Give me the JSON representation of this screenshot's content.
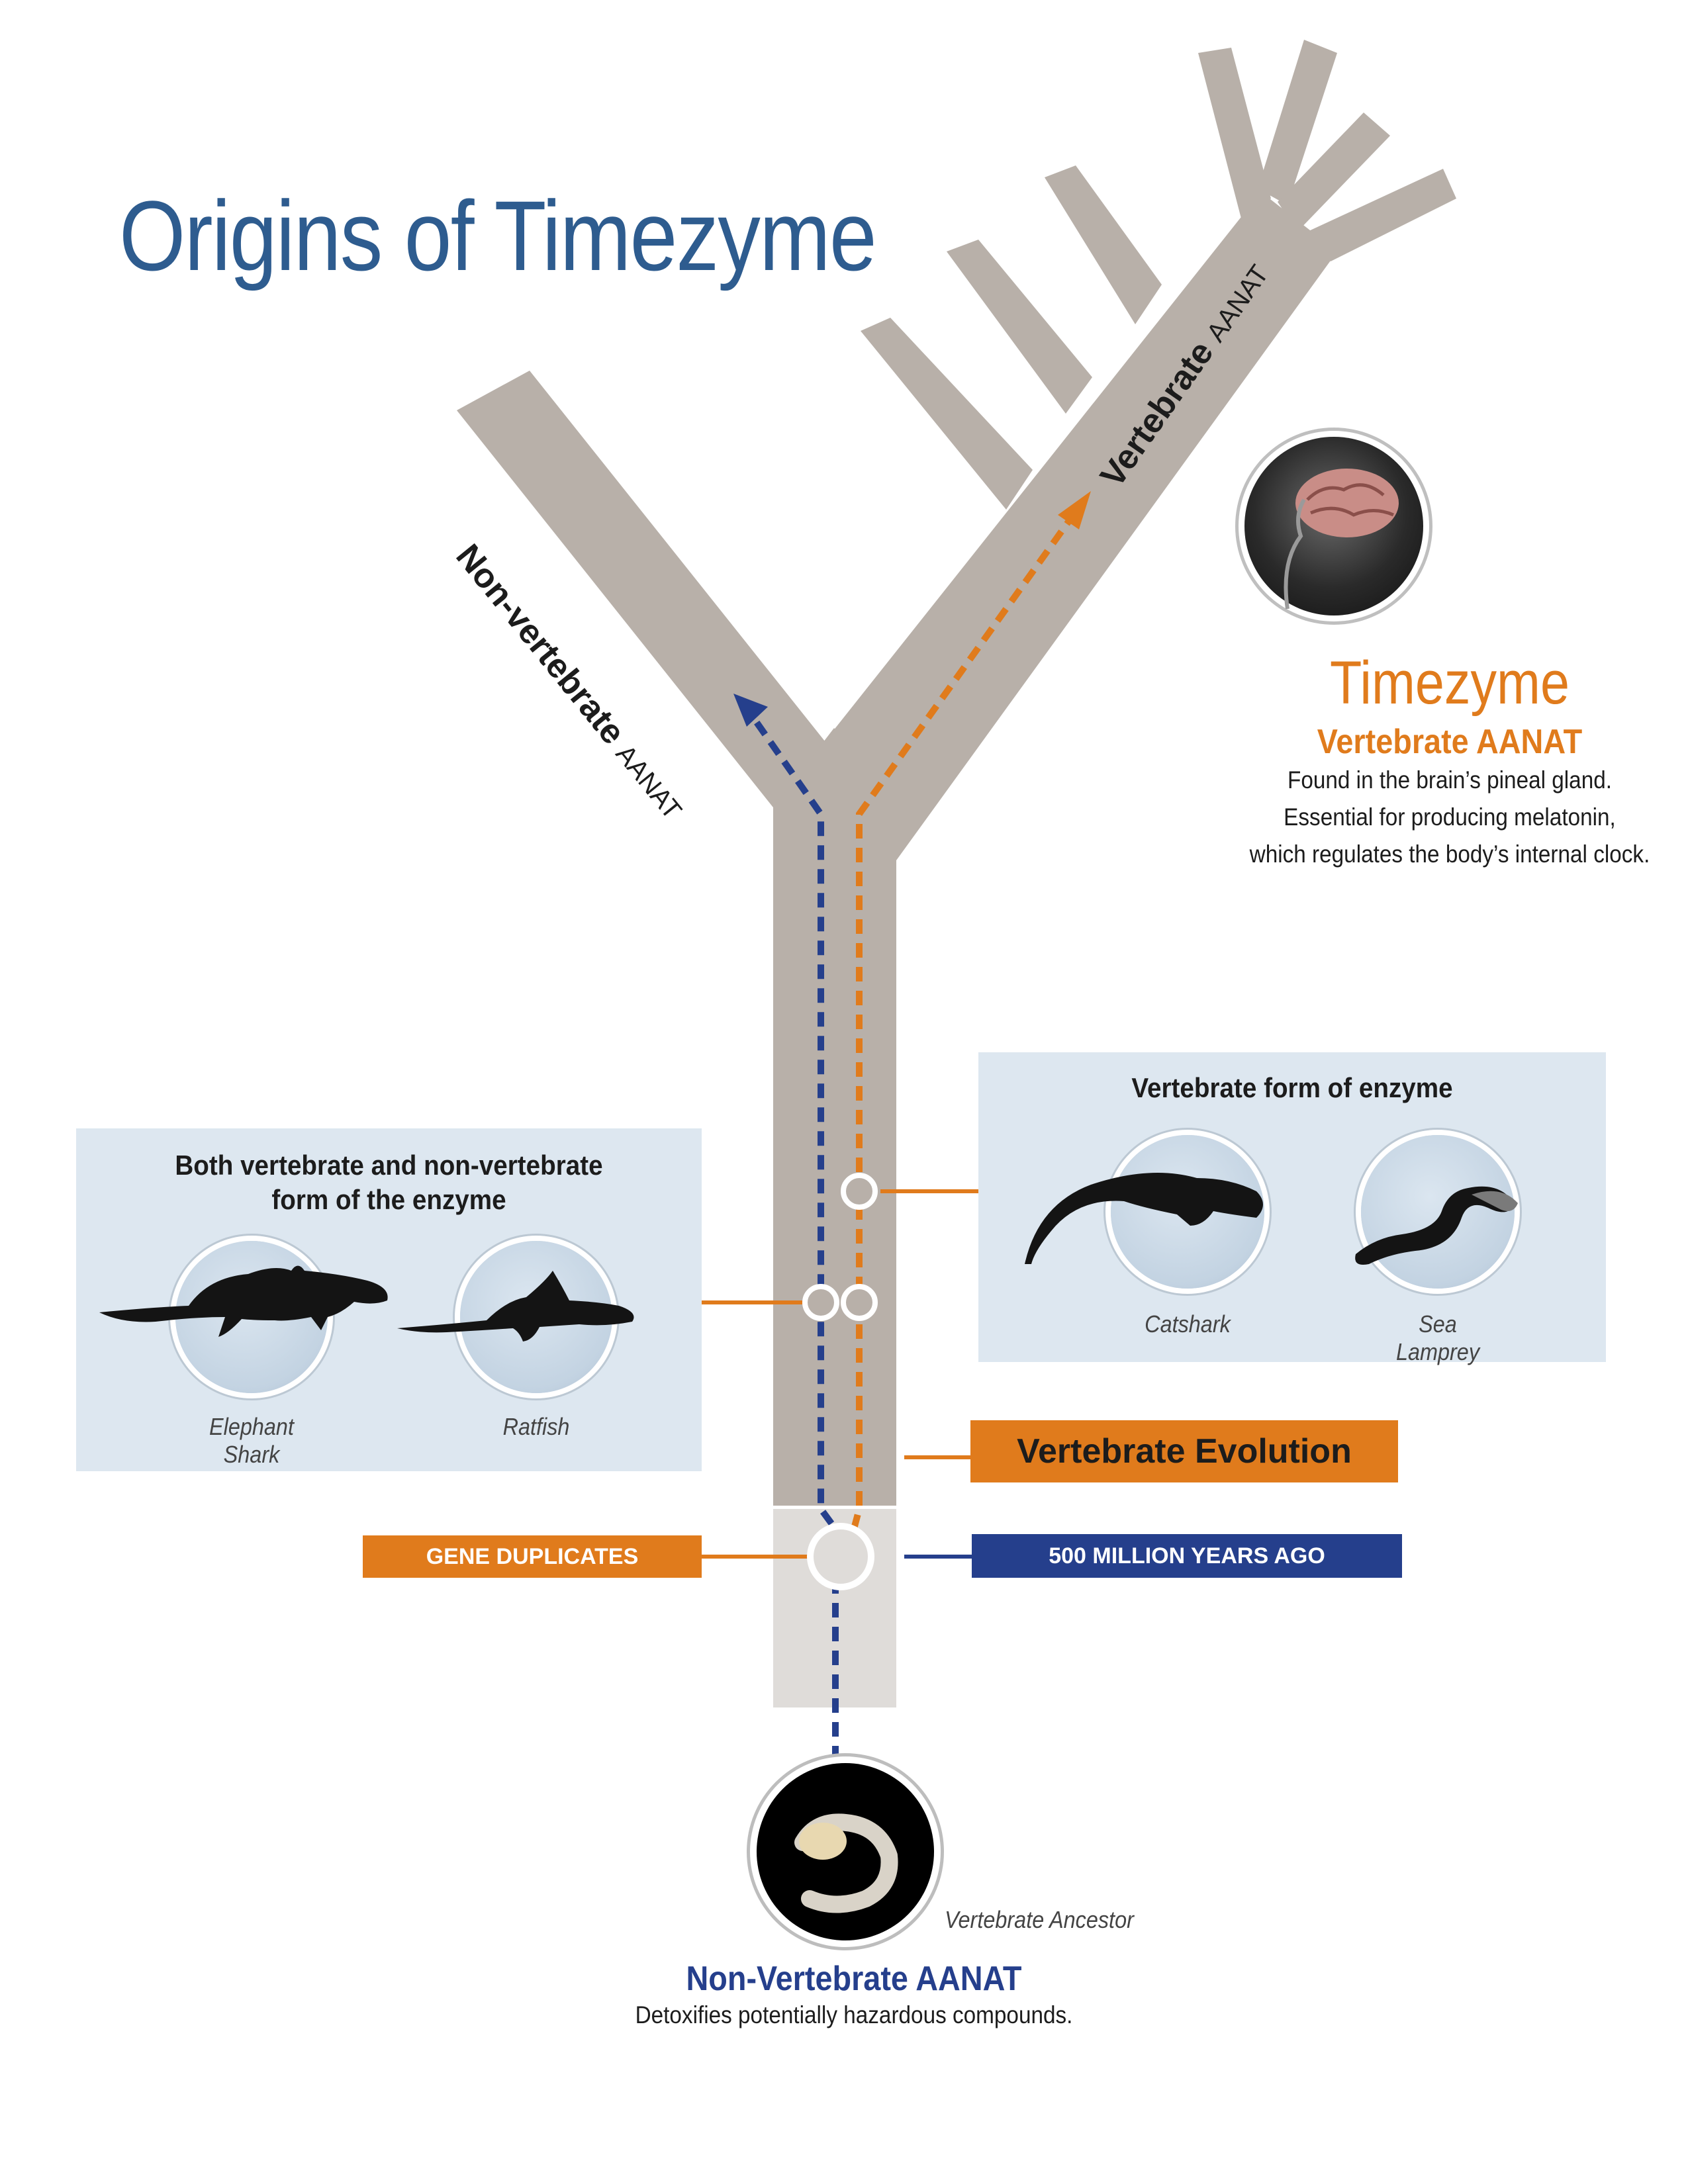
{
  "title": "Origins of Timezyme",
  "branches": {
    "left_bold": "Non-vertebrate",
    "left_light": "AANAT",
    "right_bold": "Vertebrate",
    "right_light": "AANAT"
  },
  "timezyme": {
    "name": "Timezyme",
    "subtitle": "Vertebrate AANAT",
    "lines": [
      "Found in the brain’s pineal gland.",
      "Essential for producing melatonin,",
      "which regulates the body’s internal clock."
    ]
  },
  "left_panel": {
    "title_line1": "Both vertebrate and non-vertebrate",
    "title_line2": "form of the enzyme",
    "animals": [
      "Elephant Shark",
      "Ratfish"
    ]
  },
  "right_panel": {
    "title": "Vertebrate form of enzyme",
    "animals": [
      "Catshark",
      "Sea Lamprey"
    ]
  },
  "labels": {
    "vertebrate_evolution": "Vertebrate Evolution",
    "gene_duplicates": "GENE DUPLICATES",
    "million_years": "500 MILLION YEARS AGO"
  },
  "ancestor": {
    "caption": "Vertebrate Ancestor",
    "name": "Non-Vertebrate AANAT",
    "description": "Detoxifies potentially hazardous compounds."
  },
  "colors": {
    "tree": "#b8b0a9",
    "tree_light": "#dfdcd9",
    "orange": "#e07b1c",
    "blue": "#253f8c",
    "panel": "#dde7f0",
    "title": "#2e5c8f"
  }
}
